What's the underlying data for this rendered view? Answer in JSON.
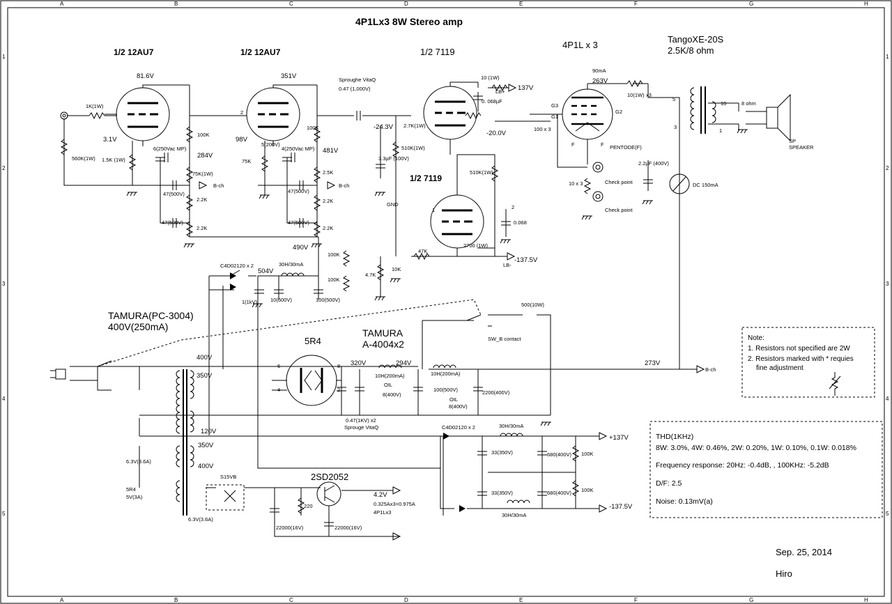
{
  "title": "4P1Lx3 8W Stereo amp",
  "border": {
    "cols": [
      "A",
      "B",
      "C",
      "D",
      "E",
      "F",
      "G",
      "H"
    ],
    "rows": [
      "1",
      "2",
      "3",
      "4",
      "5"
    ]
  },
  "stages": {
    "v1": "1/2 12AU7",
    "v2": "1/2 12AU7",
    "v3": "1/2 7119",
    "v4": "1/2  7119",
    "out": "4P1L x 3",
    "otx_name": "TangoXE-20S",
    "otx_ratio": "2.5K/8 ohm"
  },
  "labels": [
    "81.6V",
    "1K(1W)",
    "3.1V",
    "560K(1W)",
    "1.5K (1W)",
    "100K",
    "6(250Vac MP)",
    "284V",
    "75K(1W)",
    "B-ch",
    "47(500V)",
    "2.2K",
    "2.2K",
    "47(500V)",
    "351V",
    "98V",
    "5(200V)",
    "75K",
    "100K",
    "4(250Vac MP)",
    "481V",
    "2.5K",
    "B-ch",
    "47(500V)",
    "2.2K",
    "47(500V)",
    "2.2K",
    "490V",
    "100K",
    "100K",
    "Sproughe VitaQ",
    "0.47 (1,000V)",
    "-24.3V",
    "2.7K(1W)",
    "510K(1W)",
    "3.3µF (100V)",
    "GND",
    "10 (1W)",
    "LB+",
    "137V",
    "0. 068µF",
    "-20.0V",
    "510K(1W)",
    "0.068",
    "2700 (1W)",
    "47K",
    "10K",
    "4.7K",
    "LB-",
    "-137.5V",
    "100 x 3",
    "G3",
    "G1",
    "G2",
    "90mA",
    "263V",
    "10(1W)",
    "x3",
    "F",
    "F",
    "PENTODE(F)",
    "10 x 3",
    "Check point",
    "Check point",
    "2.2µF (400V)",
    "DC 150mA",
    "5",
    "3",
    "10",
    "1",
    "8 ohm",
    "SP",
    "SPEAKER",
    "C4D02120 x 2",
    "504V",
    "30H/30mA",
    "1(1kV)",
    "10(600V)",
    "100(500V)",
    "500(10W)",
    "SW_B contact",
    "273V",
    "B-ch",
    "320V",
    "294V",
    "10H(200mA)",
    "10H(200mA)",
    "OIL",
    "8(400V)",
    "100(500V)",
    "OIL",
    "8(400V)",
    "2200(400V)",
    "0.47(1KV) x2",
    "Sprouge VitaQ",
    "6",
    "8",
    "4",
    "2",
    "400V",
    "350V",
    "120V",
    "350V",
    "400V",
    "6.3V(3.6A)",
    "5R4",
    "5V(3A)",
    "6.3V(3.6A)",
    "S15VB",
    "220",
    "22000(16V)",
    "22000(16V)",
    "4.2V",
    "0.325Ax3=0.975A",
    "4P1Lx3",
    "C4D02120 x 2",
    "30H/30mA",
    "+137V",
    "33(350V)",
    "680(400V)",
    "100K",
    "33(350V)",
    "680(400V)",
    "100K",
    "30H/30mA",
    "-137.5V",
    "1",
    "2",
    "2"
  ],
  "big": {
    "tamura1": "TAMURA(PC-3004)",
    "tamura1b": "400V(250mA)",
    "tamura2": "TAMURA",
    "tamura2b": "A-4004x2",
    "rect": "5R4",
    "reg": "2SD2052"
  },
  "note": {
    "title": "Note:",
    "l1": "1. Resistors not specified are 2W",
    "l2": "2. Resistors marked with * requies",
    "l3": "fine adjustment"
  },
  "specs": {
    "thd": "THD(1KHz)",
    "thd_vals": "8W: 3.0%,  4W: 0.46%, 2W: 0.20%, 1W: 0.10%, 0.1W: 0.018%",
    "freq": "Frequency response: 20Hz: -0.4dB, , 100KHz: -5.2dB",
    "df": "D/F: 2.5",
    "noise": "Noise: 0.13mV(a)"
  },
  "date": "Sep. 25, 2014",
  "author": "Hiro"
}
